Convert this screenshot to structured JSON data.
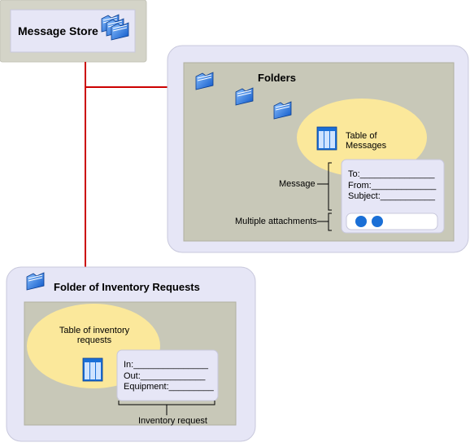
{
  "message_store": {
    "title": "Message Store"
  },
  "folders": {
    "title": "Folders",
    "table_label": "Table of Messages",
    "message_label": "Message",
    "attachments_label": "Multiple attachments",
    "fields": {
      "to": "To:_______________",
      "from": "From:_____________",
      "subject": "Subject:___________"
    }
  },
  "inventory": {
    "title": "Folder of Inventory Requests",
    "table_label": "Table of inventory requests",
    "request_label": "Inventory request",
    "fields": {
      "in": "In:_______________",
      "out": "Out:_____________",
      "equipment": "Equipment:_________"
    }
  },
  "colors": {
    "panel_fill": "#e6e6f6",
    "panel_border": "#c8c8dc",
    "inner_fill": "#c8c8b8",
    "ellipse_fill": "#fbe89b",
    "connector": "#cc0000",
    "icon_blue": "#1a6fd6"
  }
}
